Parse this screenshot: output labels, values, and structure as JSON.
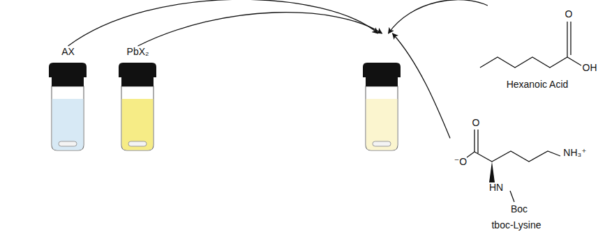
{
  "diagram": {
    "nodes": [
      {
        "text": [
          "AX"
        ]
      },
      {
        "text": [
          "PbX₂"
        ]
      },
      {
        "text": []
      },
      {
        "text": [
          "O",
          "OH",
          "Hexanoic Acid"
        ]
      },
      {
        "text": [
          "O",
          "⁻O",
          "NH₃⁺",
          "HN",
          "Boc",
          "tboc-Lysine"
        ]
      }
    ],
    "edges": [
      {
        "from": 0,
        "to": 2,
        "arrow": "to"
      },
      {
        "from": 1,
        "to": 2,
        "arrow": "to"
      },
      {
        "from": 3,
        "to": 2,
        "arrow": "to"
      },
      {
        "from": 4,
        "to": 2,
        "arrow": "to"
      }
    ]
  }
}
